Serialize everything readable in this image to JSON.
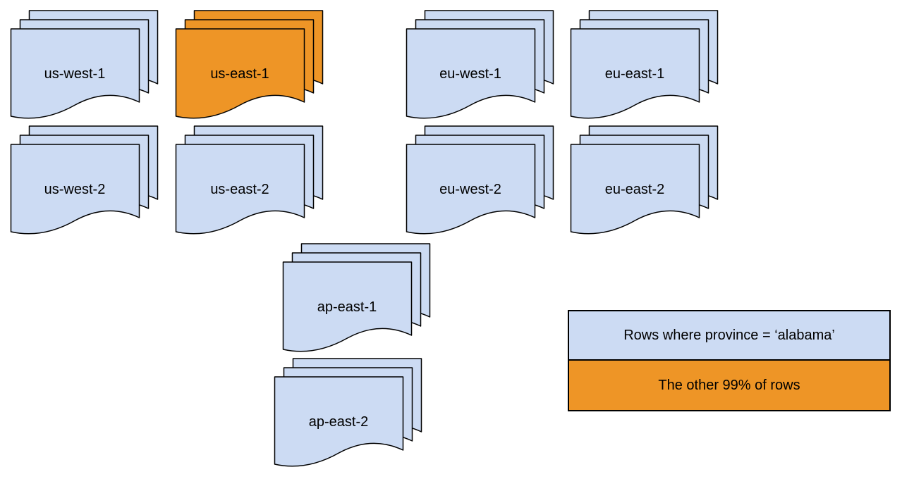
{
  "colors": {
    "doc_blue": "#ccdbf3",
    "doc_orange": "#ee9526",
    "stroke": "#000000",
    "background": "#ffffff"
  },
  "stacks": [
    {
      "label": "us-west-1",
      "variant": "blue"
    },
    {
      "label": "us-east-1",
      "variant": "orange"
    },
    {
      "label": "eu-west-1",
      "variant": "blue"
    },
    {
      "label": "eu-east-1",
      "variant": "blue"
    },
    {
      "label": "us-west-2",
      "variant": "blue"
    },
    {
      "label": "us-east-2",
      "variant": "blue"
    },
    {
      "label": "eu-west-2",
      "variant": "blue"
    },
    {
      "label": "eu-east-2",
      "variant": "blue"
    },
    {
      "label": "ap-east-1",
      "variant": "blue"
    },
    {
      "label": "ap-east-2",
      "variant": "blue"
    }
  ],
  "legend": {
    "items": [
      {
        "label": "Rows where province = ‘alabama’",
        "variant": "blue"
      },
      {
        "label": "The other 99% of rows",
        "variant": "orange"
      }
    ]
  }
}
